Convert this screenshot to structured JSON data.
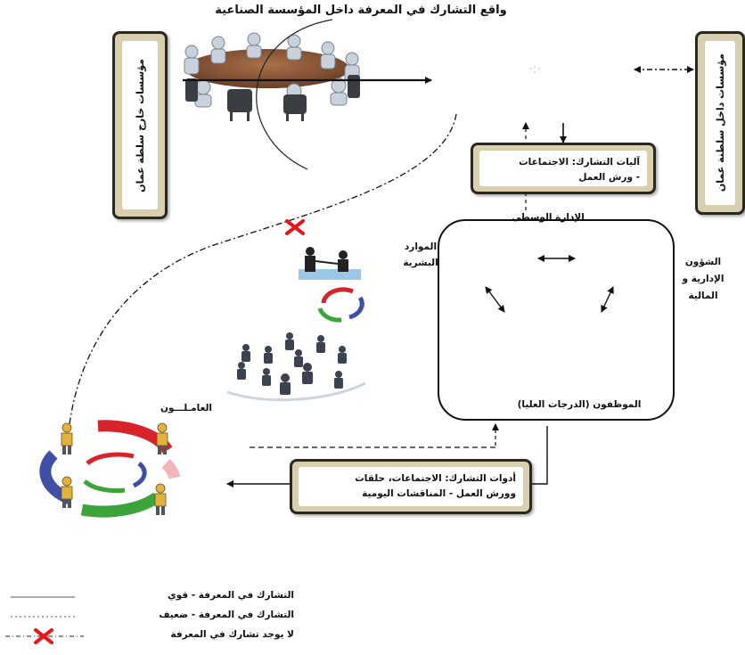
{
  "title": "واقع التشارك في المعرفة داخل المؤسسة الصناعية",
  "left_box": "مؤسسات خارج سلطة عمان",
  "right_box": "مؤسسات داخل سلطنة عمان",
  "mechanisms_box": {
    "line1": "آليات التشارك: الاجتماعات",
    "line2": "- ورش العمل"
  },
  "tools_box": {
    "line1": "أدوات التشارك: الاجتماعات، حلقات",
    "line2": "وورش العمل - المناقشات اليومية"
  },
  "org": {
    "middle_management": "الإدارة الوسطى",
    "hr": [
      "الموارد",
      "البشرية"
    ],
    "admin_finance": [
      "الشؤون",
      "الإدارية و",
      "المالية"
    ],
    "senior_staff": "الموظفون (الدرجات العليا)"
  },
  "workers_label": "العامـلـــون",
  "legend": [
    {
      "style": "solid",
      "label": "التشارك في المعرفة - قوي"
    },
    {
      "style": "dotted",
      "label": "التشارك في المعرفة - ضعيف"
    },
    {
      "style": "cross",
      "label": "لا يوجد تشارك في المعرفة"
    }
  ],
  "colors": {
    "box_frame": "#d8cfaf",
    "box_border": "#2a2620",
    "cross": "#e8141c",
    "cycle_red": "#d9232a",
    "cycle_green": "#3da33b",
    "cycle_blue": "#3f4fa6",
    "table": "#8a5a3a"
  }
}
